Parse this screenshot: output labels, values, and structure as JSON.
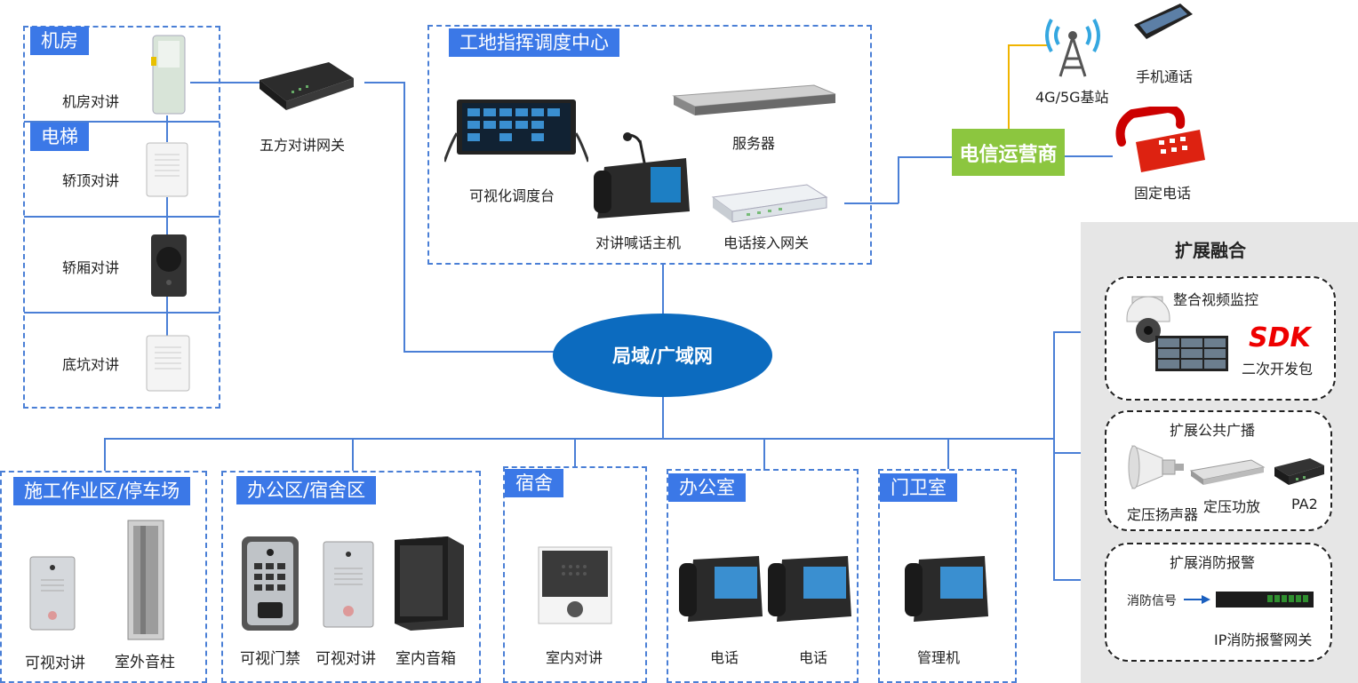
{
  "left_column": {
    "machine_room": {
      "tag": "机房",
      "label": "机房对讲"
    },
    "elevator": {
      "tag": "电梯",
      "car_top": "轿顶对讲",
      "car_inside": "轿厢对讲",
      "pit": "底坑对讲"
    }
  },
  "gateway_5way": "五方对讲网关",
  "center": {
    "title": "工地指挥调度中心",
    "console": "可视化调度台",
    "host": "对讲喊话主机",
    "server": "服务器",
    "phone_gateway": "电话接入网关"
  },
  "network": "局域/广域网",
  "carrier": "电信运营商",
  "telecom": {
    "base_station": "4G/5G基站",
    "mobile": "手机通话",
    "fixed": "固定电话"
  },
  "extension": {
    "title": "扩展融合",
    "video": {
      "title": "整合视频监控",
      "sdk": "SDK",
      "sdk_sub": "二次开发包"
    },
    "broadcast": {
      "title": "扩展公共广播",
      "speaker": "定压扬声器",
      "amp": "定压功放",
      "pa": "PA2"
    },
    "fire": {
      "title": "扩展消防报警",
      "signal": "消防信号",
      "gateway": "IP消防报警网关"
    }
  },
  "zones": {
    "construction": {
      "tag": "施工作业区/停车场",
      "items": [
        "可视对讲",
        "室外音柱"
      ]
    },
    "office_dorm": {
      "tag": "办公区/宿舍区",
      "items": [
        "可视门禁",
        "可视对讲",
        "室内音箱"
      ]
    },
    "dorm": {
      "tag": "宿舍",
      "items": [
        "室内对讲"
      ]
    },
    "office": {
      "tag": "办公室",
      "items": [
        "电话",
        "电话"
      ]
    },
    "guard": {
      "tag": "门卫室",
      "items": [
        "管理机"
      ]
    }
  }
}
